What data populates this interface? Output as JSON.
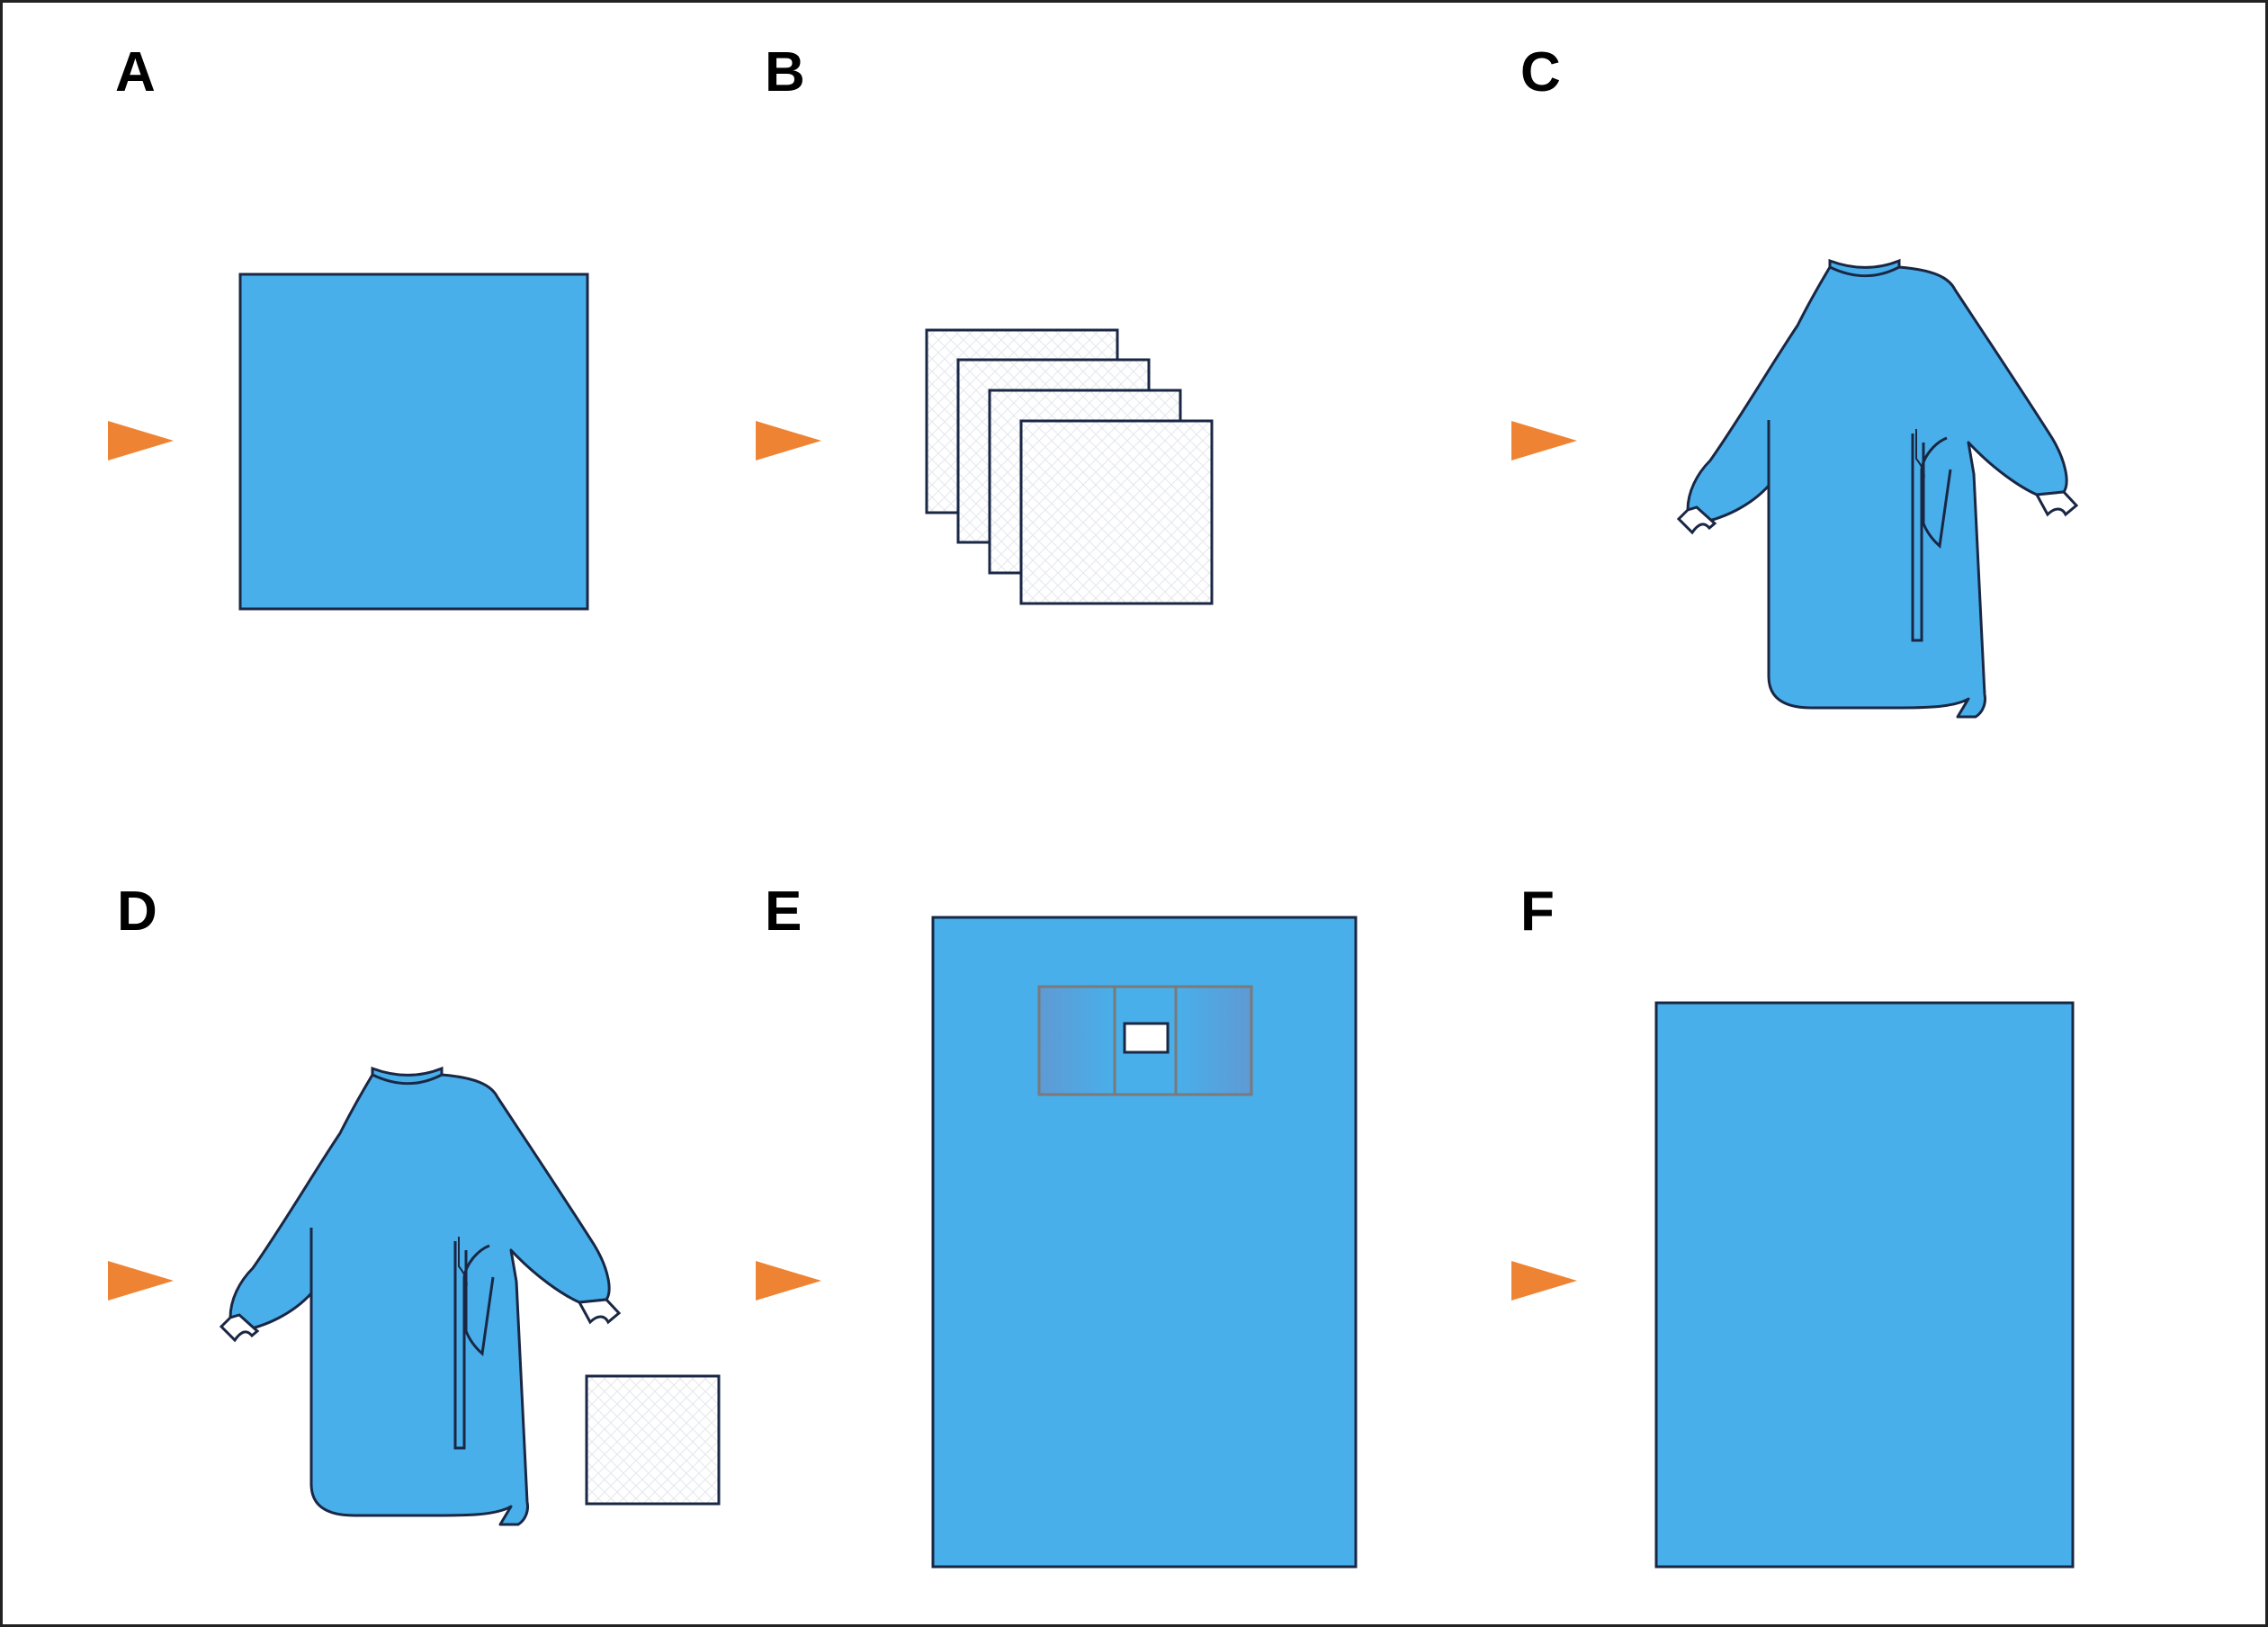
{
  "panels": [
    {
      "label": "A",
      "item": "square-drape"
    },
    {
      "label": "B",
      "item": "gauze-swab-stack"
    },
    {
      "label": "C",
      "item": "surgical-gown"
    },
    {
      "label": "D",
      "item": "surgical-gown-with-towel"
    },
    {
      "label": "E",
      "item": "fenestrated-drape"
    },
    {
      "label": "F",
      "item": "rectangular-drape"
    }
  ],
  "colors": {
    "drape_blue": "#48afea",
    "outline": "#1a2744",
    "marker_orange": "#ee8433",
    "fenestration_panel": "#5a9fd8",
    "gauze_white": "#ffffff"
  },
  "icons": {
    "marker": "orange-pointer-icon"
  }
}
